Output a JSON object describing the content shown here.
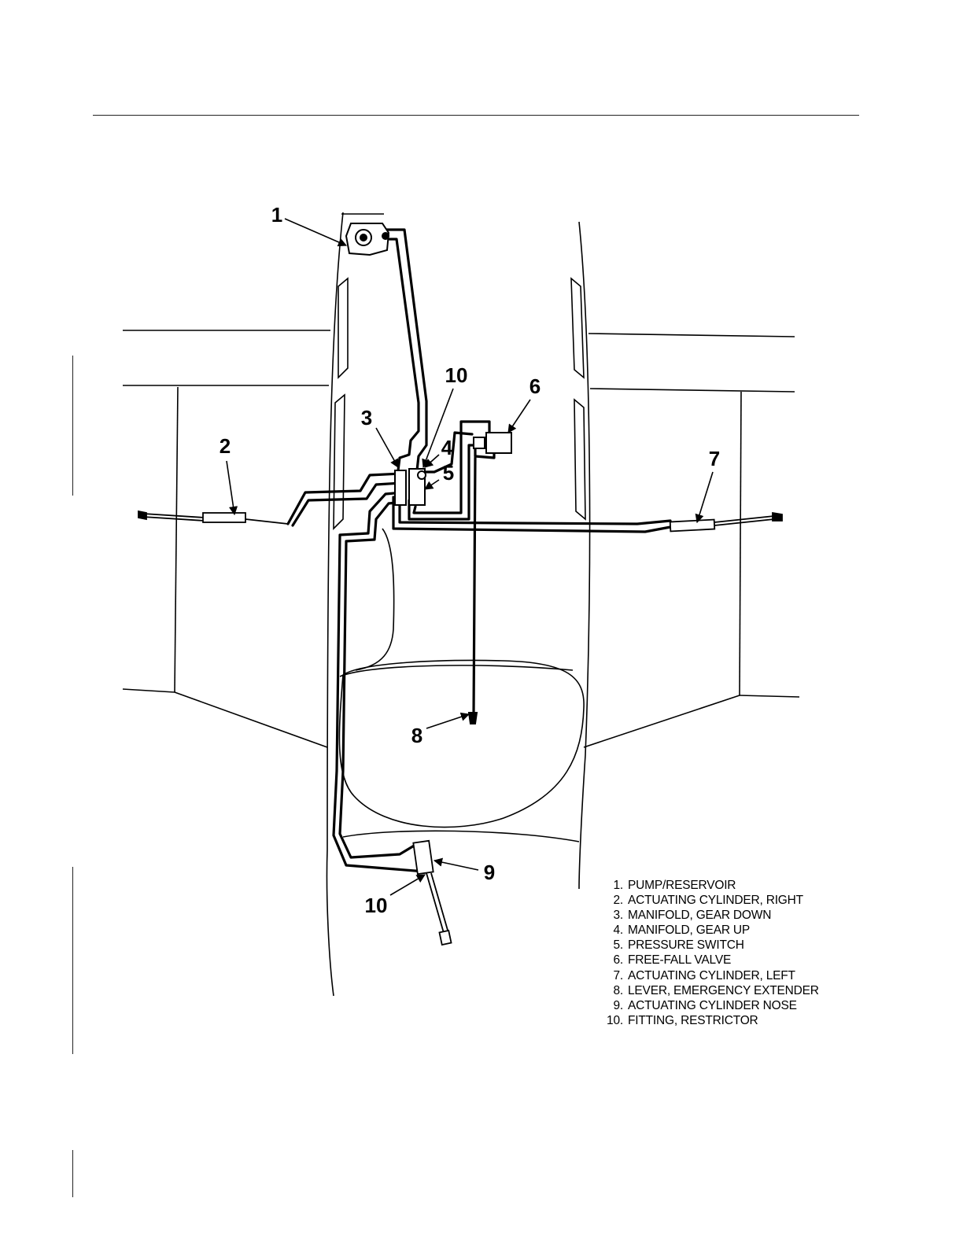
{
  "callouts": [
    {
      "id": "1",
      "label": "1"
    },
    {
      "id": "2",
      "label": "2"
    },
    {
      "id": "3",
      "label": "3"
    },
    {
      "id": "4",
      "label": "4"
    },
    {
      "id": "5",
      "label": "5"
    },
    {
      "id": "6",
      "label": "6"
    },
    {
      "id": "7",
      "label": "7"
    },
    {
      "id": "8",
      "label": "8"
    },
    {
      "id": "9",
      "label": "9"
    },
    {
      "id": "10a",
      "label": "10"
    },
    {
      "id": "10b",
      "label": "10"
    }
  ],
  "legend": {
    "items": [
      {
        "num": "1.",
        "text": "PUMP/RESERVOIR"
      },
      {
        "num": "2.",
        "text": "ACTUATING CYLINDER, RIGHT"
      },
      {
        "num": "3.",
        "text": "MANIFOLD, GEAR DOWN"
      },
      {
        "num": "4.",
        "text": "MANIFOLD, GEAR UP"
      },
      {
        "num": "5.",
        "text": "PRESSURE SWITCH"
      },
      {
        "num": "6.",
        "text": "FREE-FALL VALVE"
      },
      {
        "num": "7.",
        "text": "ACTUATING CYLINDER, LEFT"
      },
      {
        "num": "8.",
        "text": "LEVER, EMERGENCY EXTENDER"
      },
      {
        "num": "9.",
        "text": "ACTUATING CYLINDER NOSE"
      },
      {
        "num": "10.",
        "text": "FITTING, RESTRICTOR"
      }
    ]
  }
}
